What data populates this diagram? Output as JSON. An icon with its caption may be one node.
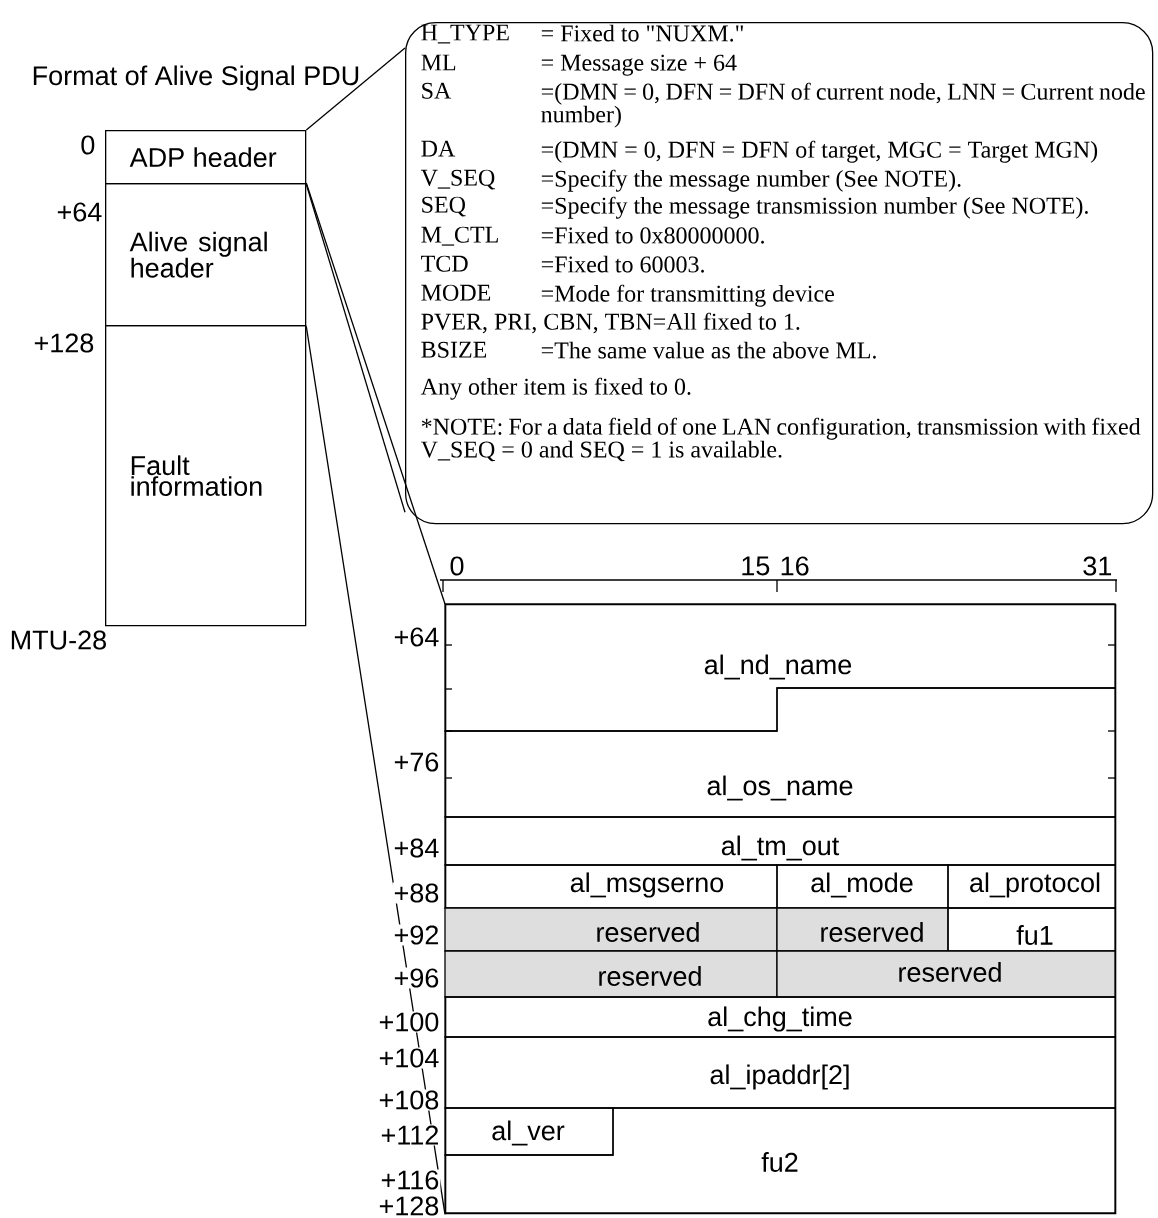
{
  "diagram": {
    "title": "Format of Alive Signal PDU",
    "nodes": [
      {
        "text": [
          "ADP header"
        ]
      },
      {
        "text": [
          "Alive signal header"
        ]
      },
      {
        "text": [
          "Fault information"
        ]
      },
      {
        "text": [
          "H_TYPE",
          "= Fixed to \"NUXM.\"",
          "ML",
          "= Message size + 64",
          "SA",
          "=(DMN = 0, DFN = DFN of current node, LNN = Current node number)",
          "DA",
          "=(DMN = 0, DFN = DFN of target, MGC = Target MGN)",
          "V_SEQ",
          "=Specify the message number (See NOTE).",
          "SEQ",
          "=Specify the message transmission number (See NOTE).",
          "M_CTL",
          "=Fixed to 0x80000000.",
          "TCD",
          "=Fixed to 60003.",
          "MODE",
          "=Mode for transmitting device",
          "PVER, PRI, CBN, TBN=All fixed to 1.",
          "BSIZE",
          "=The same value as the above ML.",
          "Any other item is fixed to 0.",
          "*NOTE: For a data field of one LAN configuration, transmission with fixed V_SEQ = 0 and SEQ = 1 is available."
        ]
      },
      {
        "text": [],
        "shape": "box"
      },
      {
        "text": [
          "al_nd_name"
        ],
        "in": 4
      },
      {
        "text": [
          "al_os_name"
        ],
        "in": 4
      },
      {
        "text": [
          "al_tm_out"
        ],
        "in": 4
      },
      {
        "text": [
          "al_msgserno"
        ],
        "in": 4
      },
      {
        "text": [
          "al_mode"
        ],
        "in": 4
      },
      {
        "text": [
          "al_protocol"
        ],
        "in": 4
      },
      {
        "text": [
          "reserved"
        ],
        "in": 4
      },
      {
        "text": [
          "reserved"
        ],
        "in": 4
      },
      {
        "text": [
          "fu1"
        ],
        "in": 4
      },
      {
        "text": [
          "reserved"
        ],
        "in": 4
      },
      {
        "text": [
          "reserved"
        ],
        "in": 4
      },
      {
        "text": [
          "al_chg_time"
        ],
        "in": 4
      },
      {
        "text": [
          "al_ipaddr[2]"
        ],
        "in": 4
      },
      {
        "text": [
          "al_ver"
        ],
        "in": 4
      },
      {
        "text": [
          "fu2"
        ],
        "in": 4
      }
    ],
    "edges": [
      {
        "from": 0,
        "to": 3,
        "arrow": "none"
      },
      {
        "from": 0,
        "to": 3,
        "arrow": "none"
      },
      {
        "from": 1,
        "to": 4,
        "arrow": "none"
      },
      {
        "from": 1,
        "to": 4,
        "arrow": "none"
      }
    ],
    "labels": [
      "0",
      "+64",
      "+128",
      "MTU-28",
      "0",
      "15",
      "16",
      "31",
      "+64",
      "+76",
      "+84",
      "+88",
      "+92",
      "+96",
      "+100",
      "+104",
      "+108",
      "+112",
      "+116",
      "+128"
    ]
  }
}
